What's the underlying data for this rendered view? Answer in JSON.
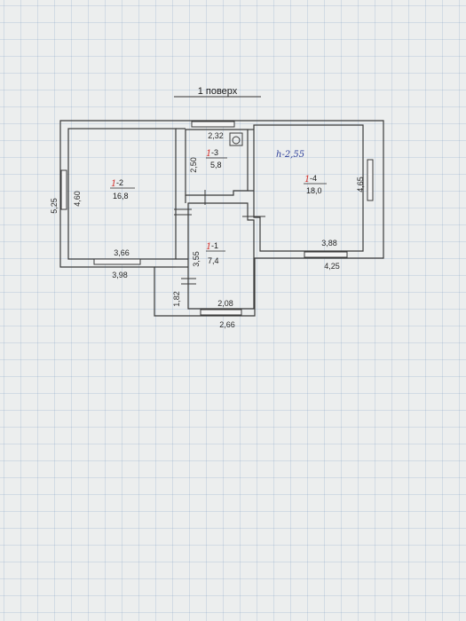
{
  "title": "1 поверх",
  "handwritten_note": "h-2,55",
  "colors": {
    "wall": "#3a3a3a",
    "grid": "#9fb3cf",
    "red_mark": "#d2322d",
    "ink": "#2d3f9a"
  },
  "rooms": [
    {
      "id": "2",
      "number": "-2",
      "area": "16,8"
    },
    {
      "id": "3",
      "number": "-3",
      "area": "5,8"
    },
    {
      "id": "4",
      "number": "-4",
      "area": "18,0"
    },
    {
      "id": "1",
      "number": "-1",
      "area": "7,4"
    }
  ],
  "room_mark": "1",
  "dimensions": {
    "d_525": "5,25",
    "d_460": "4,60",
    "d_366": "3,66",
    "d_398": "3,98",
    "d_232": "2,32",
    "d_250": "2,50",
    "d_465": "4,65",
    "d_388": "3,88",
    "d_425": "4,25",
    "d_355": "3,55",
    "d_182": "1,82",
    "d_208": "2,08",
    "d_266": "2,66"
  }
}
